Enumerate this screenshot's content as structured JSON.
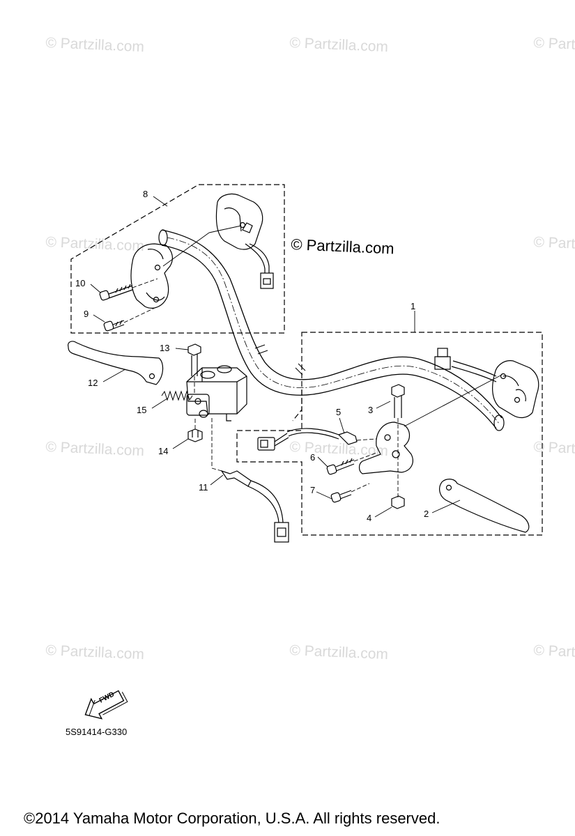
{
  "watermark": "© Partzilla.com",
  "credit": "© Partzilla.com",
  "callouts": [
    "1",
    "2",
    "3",
    "4",
    "5",
    "6",
    "7",
    "8",
    "9",
    "10",
    "11",
    "12",
    "13",
    "14",
    "15"
  ],
  "fwd_label": "FWD",
  "diagram_code": "5S91414-G330",
  "copyright": "©2014  Yamaha Motor Corporation, U.S.A. All rights reserved."
}
